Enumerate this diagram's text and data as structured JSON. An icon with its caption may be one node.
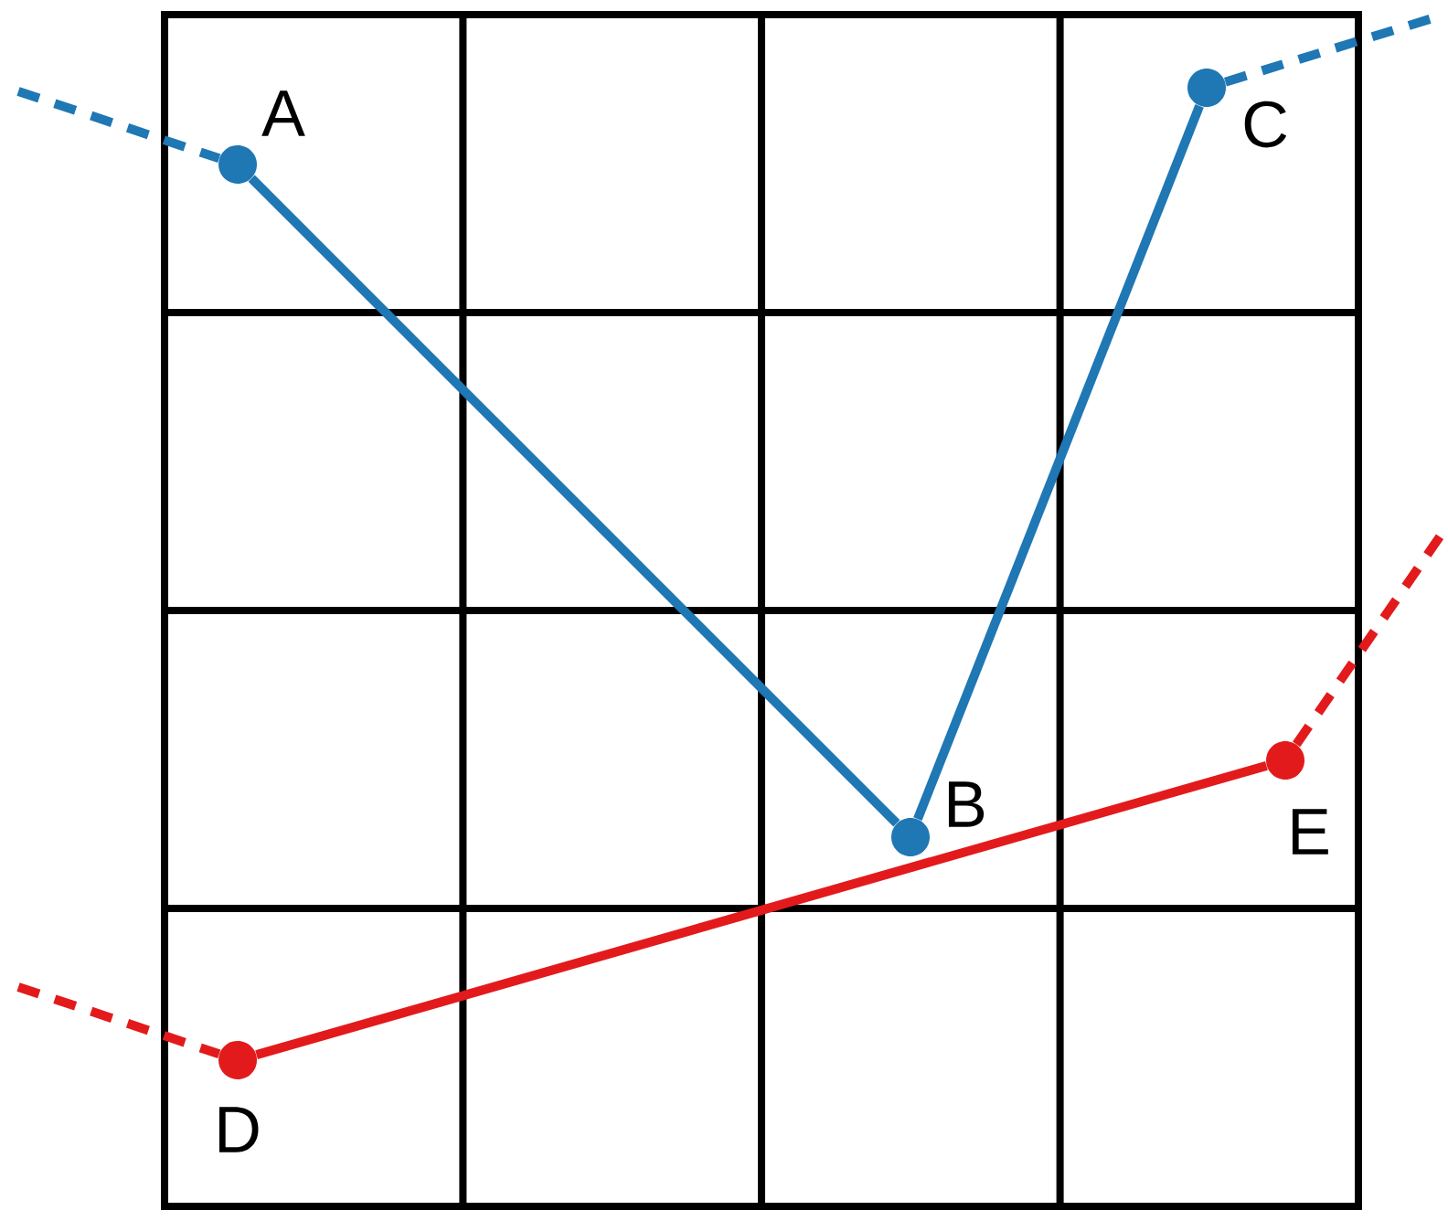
{
  "diagram": {
    "nodes": [
      {
        "text": [],
        "shape": "circle",
        "beside": [
          "A"
        ]
      },
      {
        "text": [],
        "shape": "circle",
        "beside": [
          "B"
        ]
      },
      {
        "text": [],
        "shape": "circle",
        "beside": [
          "C"
        ]
      },
      {
        "text": [],
        "shape": "circle",
        "beside": [
          "D"
        ]
      },
      {
        "text": [],
        "shape": "circle",
        "beside": [
          "E"
        ]
      }
    ],
    "edges": [
      {
        "from": 0,
        "to": 1,
        "arrow": "none"
      },
      {
        "from": 1,
        "to": 2,
        "arrow": "none"
      },
      {
        "from": 3,
        "to": 4,
        "arrow": "none",
        "color": "#e31a1c"
      },
      {
        "from": null,
        "to": 0,
        "arrow": "none",
        "style": "dashed"
      },
      {
        "from": 2,
        "to": null,
        "arrow": "none",
        "style": "dashed"
      },
      {
        "from": null,
        "to": 3,
        "arrow": "none",
        "style": "dashed",
        "color": "#e31a1c"
      },
      {
        "from": 4,
        "to": null,
        "arrow": "none",
        "style": "dashed",
        "color": "#e31a1c"
      }
    ]
  }
}
